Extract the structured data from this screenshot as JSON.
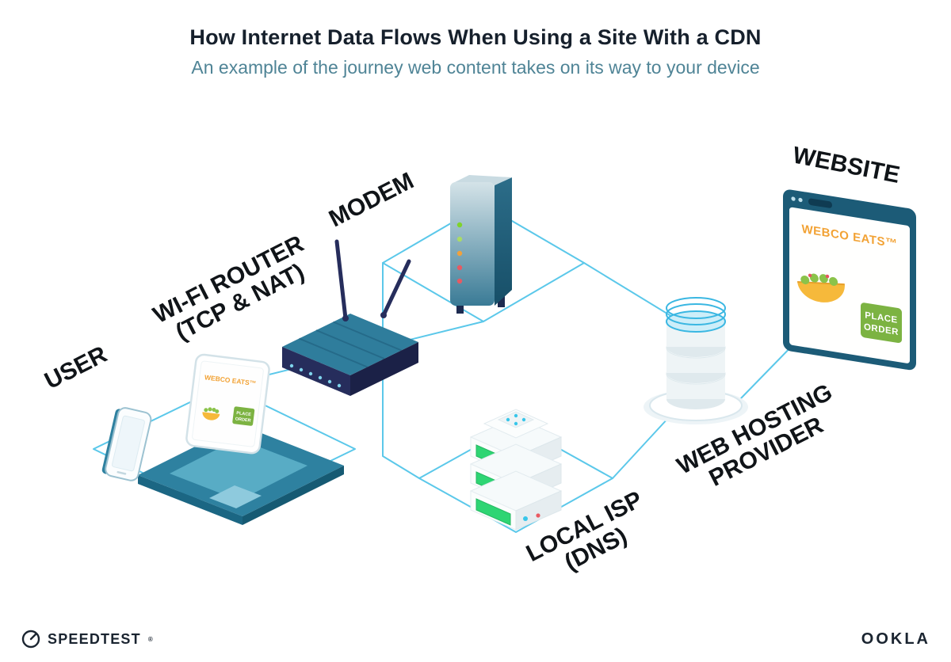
{
  "header": {
    "title": "How Internet Data Flows When Using a Site With a CDN",
    "subtitle": "An example of the journey web content takes on its way to your device"
  },
  "diagram": {
    "flow_order": [
      "user",
      "wifi-router",
      "modem",
      "local-isp",
      "web-hosting-provider",
      "website"
    ],
    "labels": {
      "user": "USER",
      "router_line1": "WI-FI ROUTER",
      "router_line2": "(TCP & NAT)",
      "modem": "MODEM",
      "isp_line1": "LOCAL ISP",
      "isp_line2": "(DNS)",
      "hosting_line1": "WEB HOSTING",
      "hosting_line2": "PROVIDER",
      "website": "WEBSITE"
    },
    "browser": {
      "brand": "WEBCO EATS™",
      "button_line1": "PLACE",
      "button_line2": "ORDER"
    },
    "laptop": {
      "brand": "WEBCO EATS™",
      "button_line1": "PLACE",
      "button_line2": "ORDER"
    }
  },
  "footer": {
    "speedtest": "SPEEDTEST",
    "speedtest_mark": "®",
    "ookla": "OOKLA"
  },
  "colors": {
    "connection_line": "#5bc8ea",
    "brand_orange": "#f2a234",
    "button_green": "#7cb342",
    "server_green": "#2ed573",
    "browser_frame": "#1c5b77",
    "ink": "#16202c",
    "subtitle_teal": "#4f8496"
  }
}
